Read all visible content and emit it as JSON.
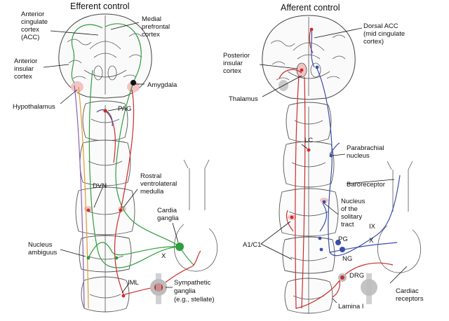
{
  "efferent": {
    "title": "Efferent control",
    "labels": {
      "acc_1": "Anterior",
      "acc_2": "cingulate",
      "acc_3": "cortex",
      "acc_4": "(ACC)",
      "mpfc_1": "Medial",
      "mpfc_2": "prefrontal",
      "mpfc_3": "cortex",
      "ains_1": "Anterior",
      "ains_2": "insular",
      "ains_3": "cortex",
      "amygdala": "Amygdala",
      "hypothalamus": "Hypothalamus",
      "pag": "PAG",
      "dvn": "DVN",
      "rvlm_1": "Rostral",
      "rvlm_2": "ventrolateral",
      "rvlm_3": "medulla",
      "cardia_1": "Cardia",
      "cardia_2": "ganglia",
      "nucamb_1": "Nucleus",
      "nucamb_2": "ambiguus",
      "x": "X",
      "iml": "IML",
      "symp_1": "Sympathetic",
      "symp_2": "ganglia",
      "symp_3": "(e.g., stellate)"
    }
  },
  "afferent": {
    "title": "Afferent control",
    "labels": {
      "dacc_1": "Dorsal ACC",
      "dacc_2": "(mid cingulate",
      "dacc_3": "cortex)",
      "pins_1": "Posterior",
      "pins_2": "insular",
      "pins_3": "cortex",
      "thalamus": "Thalamus",
      "lc": "LC",
      "parab_1": "Parabrachial",
      "parab_2": "nucleus",
      "baro": "Baroreceptor",
      "nts_1": "Nucleus",
      "nts_2": "of the",
      "nts_3": "solitary",
      "nts_4": "tract",
      "a1c1": "A1/C1",
      "ix": "IX",
      "x": "X",
      "pg": "PG",
      "ng": "NG",
      "drg": "DRG",
      "lamina": "Lamina I",
      "cardiac_1": "Cardiac",
      "cardiac_2": "receptors"
    }
  },
  "colors": {
    "green": "#2e9e3e",
    "red": "#cc2b2b",
    "blue": "#3a4fa8",
    "orange": "#e39a2a",
    "purple": "#8b5fb0",
    "highlight": "#f2c4c4",
    "gray": "#bdbdbd"
  }
}
